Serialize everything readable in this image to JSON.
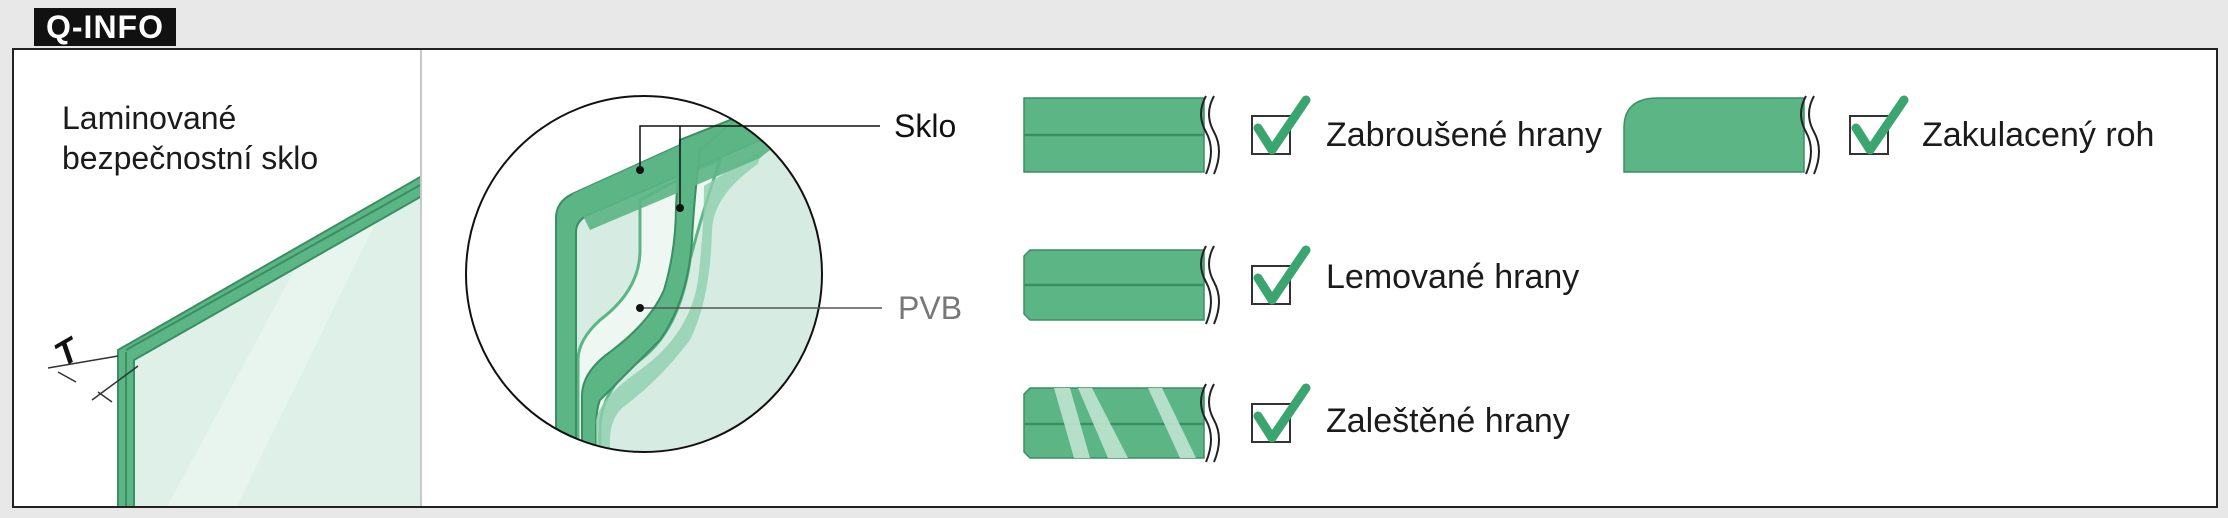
{
  "badge": "Q-INFO",
  "panel": {
    "title_line1": "Laminované",
    "title_line2": "bezpečnostní sklo",
    "thickness_symbol": "T"
  },
  "callouts": {
    "glass": "Sklo",
    "interlayer": "PVB"
  },
  "options": [
    {
      "label": "Zabroušené hrany",
      "checked": true
    },
    {
      "label": "Lemované hrany",
      "checked": true
    },
    {
      "label": "Zaleštěné hrany",
      "checked": true
    },
    {
      "label": "Zakulacený roh",
      "checked": true
    }
  ],
  "colors": {
    "glass_green": "#5bb585",
    "glass_light": "#d6ece2",
    "check_green": "#3aa56e",
    "badge_bg": "#111111"
  }
}
